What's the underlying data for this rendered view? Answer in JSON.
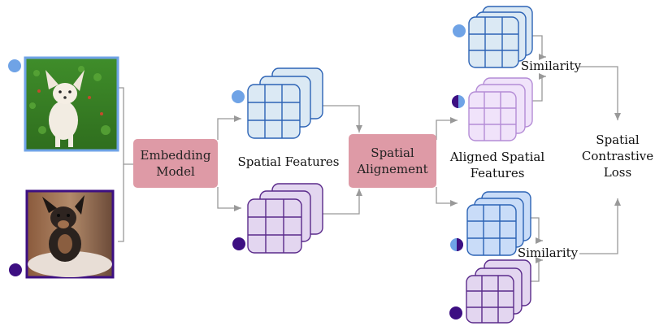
{
  "nodes": {
    "embedding_model": "Embedding\nModel",
    "spatial_features": "Spatial Features",
    "spatial_alignment": "Spatial\nAlignement",
    "aligned_spatial_features": "Aligned Spatial\nFeatures",
    "similarity_top": "Similarity",
    "similarity_bottom": "Similarity",
    "spatial_contrastive_loss": "Spatial\nContrastive\nLoss"
  },
  "colors": {
    "image_a": "#6fa3e6",
    "image_b": "#3d0f82",
    "embedding_box": "#de9aa6",
    "alignment_box": "#de9aa6",
    "blue_feature": "#dbe9f4",
    "purple_feature": "#e3d6f0",
    "aligned_purple_feature": "#f0e3fa",
    "aligned_blue_feature": "#c9dcf8",
    "arrow": "#999999"
  },
  "images": [
    {
      "subject": "white chihuahua puppy on grass",
      "marker": "image_a"
    },
    {
      "subject": "black and tan chihuahua on fur blanket",
      "marker": "image_b"
    }
  ]
}
